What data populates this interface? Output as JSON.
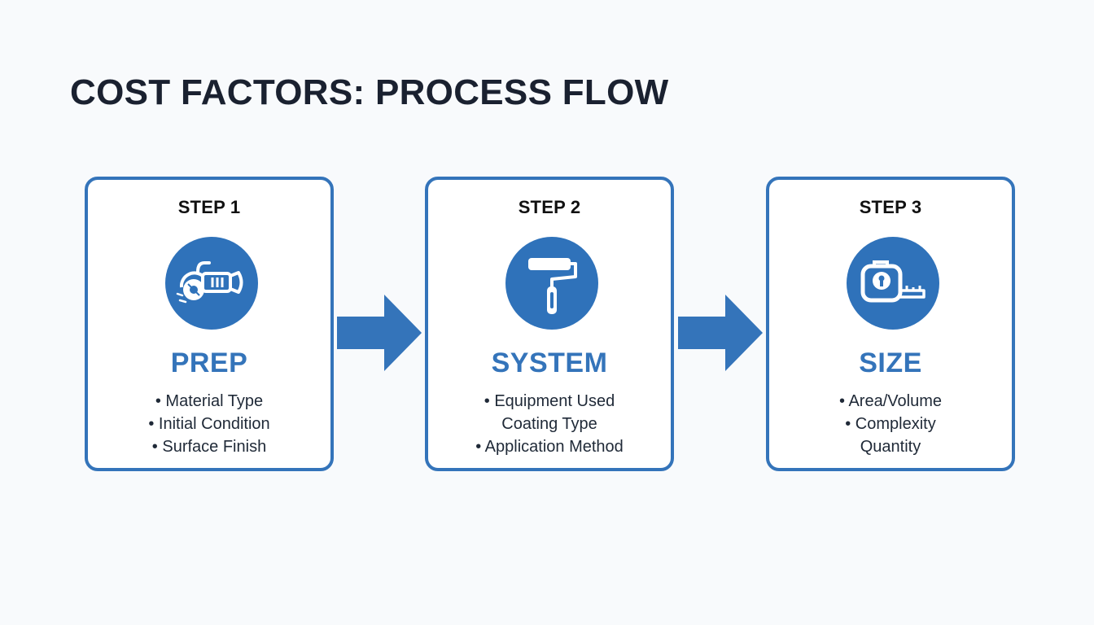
{
  "title": "COST FACTORS: PROCESS FLOW",
  "colors": {
    "accent": "#3474ba",
    "icon_circle": "#2f72ba",
    "title": "#1a2130",
    "background": "#f8fafc"
  },
  "steps": [
    {
      "label": "STEP 1",
      "name": "PREP",
      "icon": "grinder-icon",
      "factors": [
        "• Material Type",
        "• Initial Condition",
        "• Surface Finish"
      ]
    },
    {
      "label": "STEP 2",
      "name": "SYSTEM",
      "icon": "paint-roller-icon",
      "factors": [
        "• Equipment Used",
        "Coating Type",
        "• Application Method"
      ]
    },
    {
      "label": "STEP 3",
      "name": "SIZE",
      "icon": "tape-measure-icon",
      "factors": [
        "• Area/Volume",
        "• Complexity",
        "Quantity"
      ]
    }
  ]
}
